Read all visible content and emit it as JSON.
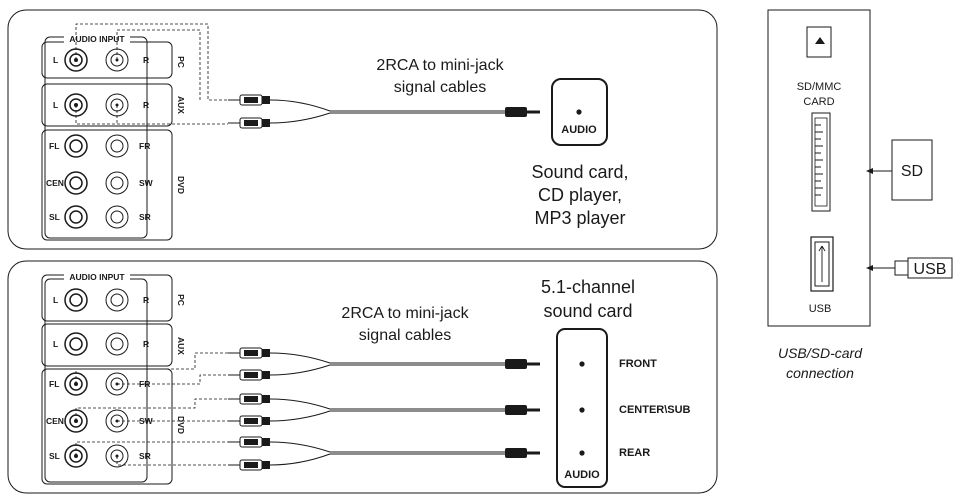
{
  "top_panel": {
    "audio_input_label": "AUDIO INPUT",
    "pc_label": "PC",
    "aux_label": "AUX",
    "dvd_label": "DVD",
    "jack_labels": {
      "l": "L",
      "r": "R",
      "fl": "FL",
      "fr": "FR",
      "cen": "CEN",
      "sw": "SW",
      "sl": "SL",
      "sr": "SR"
    },
    "cable_label_line1": "2RCA to mini-jack",
    "cable_label_line2": "signal cables",
    "device_label": "AUDIO",
    "device_desc_line1": "Sound card,",
    "device_desc_line2": "CD player,",
    "device_desc_line3": "MP3 player"
  },
  "bottom_panel": {
    "audio_input_label": "AUDIO INPUT",
    "pc_label": "PC",
    "aux_label": "AUX",
    "dvd_label": "DVD",
    "jack_labels": {
      "l": "L",
      "r": "R",
      "fl": "FL",
      "fr": "FR",
      "cen": "CEN",
      "sw": "SW",
      "sl": "SL",
      "sr": "SR"
    },
    "cable_label_line1": "2RCA to mini-jack",
    "cable_label_line2": "signal cables",
    "device_title_line1": "5.1-channel",
    "device_title_line2": "sound card",
    "device_label": "AUDIO",
    "out_front": "FRONT",
    "out_center": "CENTER\\SUB",
    "out_rear": "REAR"
  },
  "side_panel": {
    "sd_label_line1": "SD/MMC",
    "sd_label_line2": "CARD",
    "usb_port_label": "USB",
    "sd_card": "SD",
    "usb_plug": "USB",
    "caption_line1": "USB/SD-card",
    "caption_line2": "connection"
  }
}
